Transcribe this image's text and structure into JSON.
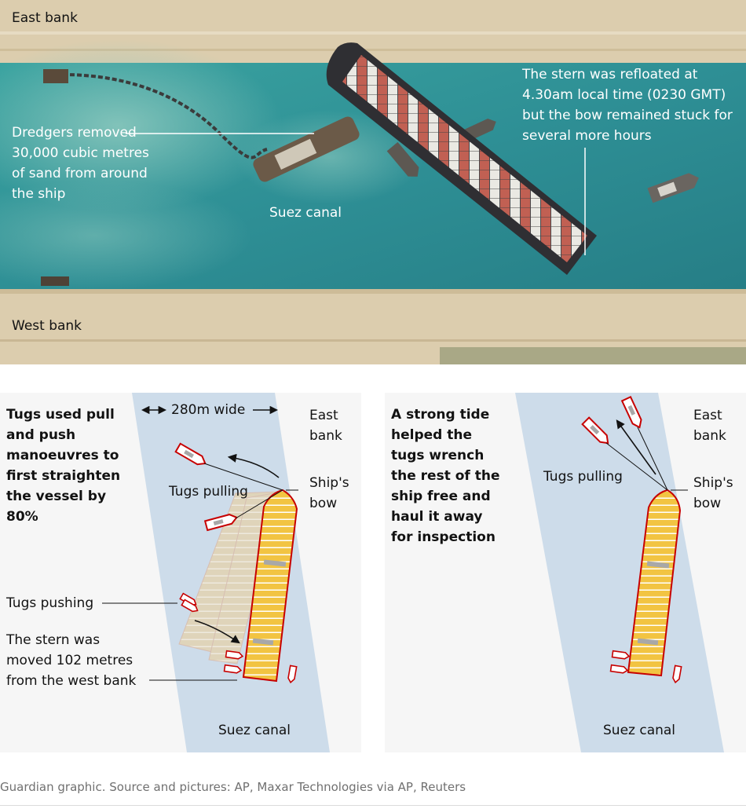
{
  "photo": {
    "east_bank": "East bank",
    "west_bank": "West bank",
    "canal_label": "Suez canal",
    "dredgers_lines": [
      "Dredgers removed",
      "30,000 cubic metres",
      "of sand from around",
      "the ship"
    ],
    "stern_lines": [
      "The stern was refloated at",
      "4.30am local time (0230 GMT)",
      "but the bow remained stuck for",
      "several more hours"
    ]
  },
  "panel_left": {
    "heading_lines": [
      "Tugs used pull",
      "and push",
      "manoeuvres to",
      "first straighten",
      "the vessel by",
      "80%"
    ],
    "width_label": "280m wide",
    "east_bank_lines": [
      "East",
      "bank"
    ],
    "bow_lines": [
      "Ship's",
      "bow"
    ],
    "tugs_pulling": "Tugs pulling",
    "tugs_pushing": "Tugs pushing",
    "stern_lines": [
      "The stern was",
      "moved 102 metres",
      "from the west bank"
    ],
    "canal_label": "Suez canal"
  },
  "panel_right": {
    "heading_lines": [
      "A strong tide",
      "helped the",
      "tugs wrench",
      "the rest of the",
      "ship free and",
      "haul it away",
      "for inspection"
    ],
    "east_bank_lines": [
      "East",
      "bank"
    ],
    "bow_lines": [
      "Ship's",
      "bow"
    ],
    "tugs_pulling": "Tugs pulling",
    "canal_label": "Suez canal"
  },
  "credit": "Guardian graphic. Source and pictures: AP, Maxar Technologies via AP, Reuters",
  "colors": {
    "water": "#2e8f95",
    "sand": "#dccdae",
    "channel": "#cddcea",
    "hull_red": "#c70000",
    "container_yellow": "#f5c342"
  }
}
